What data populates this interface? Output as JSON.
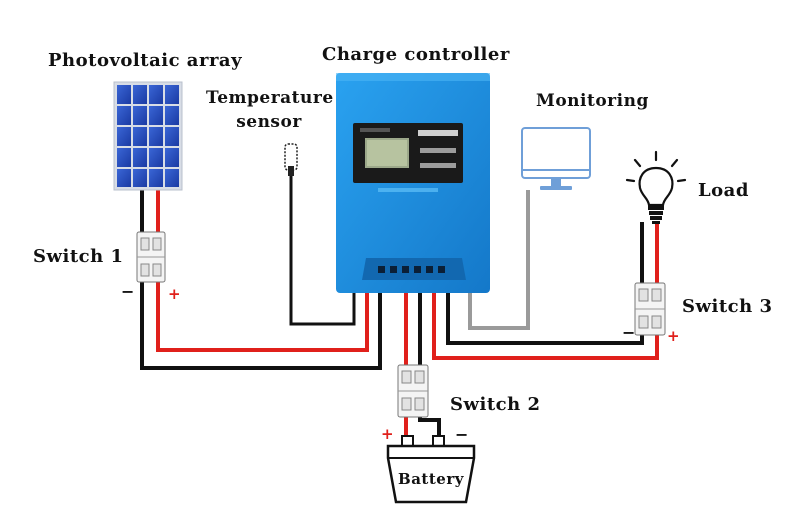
{
  "labels": {
    "pv_array": "Photovoltaic array",
    "controller": "Charge controller",
    "temp_sensor": "Temperature\nsensor",
    "monitoring": "Monitoring",
    "load": "Load",
    "switch1": "Switch 1",
    "switch2": "Switch 2",
    "switch3": "Switch 3",
    "battery": "Battery"
  },
  "polarity": {
    "plus": "+",
    "minus": "−"
  },
  "colors": {
    "positive_wire": "#e0201b",
    "negative_wire": "#111111",
    "signal_wire": "#999999",
    "controller_body": "#1f8fe0",
    "panel_cell": "#1e44b8",
    "monitor_outline": "#6f9fd8"
  },
  "icons": [
    "solar-panel-icon",
    "charge-controller-icon",
    "temperature-probe-icon",
    "monitor-icon",
    "light-bulb-icon",
    "breaker-switch-icon",
    "battery-icon"
  ]
}
